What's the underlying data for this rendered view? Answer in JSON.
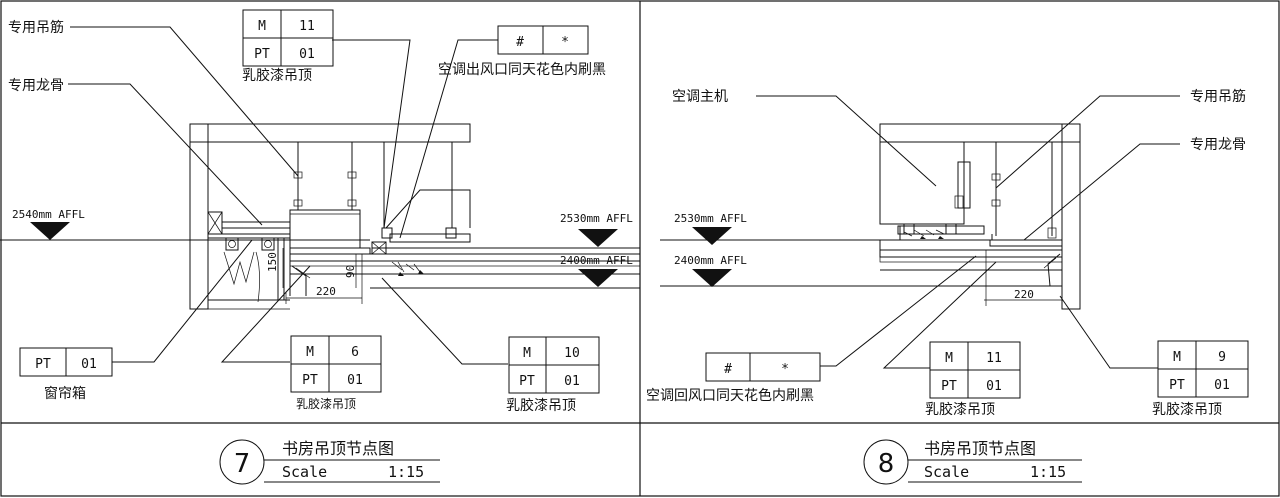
{
  "left_detail": {
    "callouts": {
      "hanger": "专用吊筋",
      "keel": "专用龙骨",
      "outlet_note": "空调出风口同天花色内刷黑",
      "curtain_box": "窗帘箱",
      "ceiling_top": "乳胶漆吊顶",
      "ceiling_mid": "乳胶漆吊顶",
      "ceiling_right": "乳胶漆吊顶"
    },
    "levels": {
      "left": "2540mm AFFL",
      "right_upper": "2530mm AFFL",
      "right_lower": "2400mm AFFL"
    },
    "dims": {
      "d220": "220",
      "d150": "150",
      "d90": "90"
    },
    "tags": {
      "top": {
        "r1c1": "M",
        "r1c2": "11",
        "r2c1": "PT",
        "r2c2": "01"
      },
      "outlet": {
        "c1": "#",
        "c2": "*"
      },
      "curtain": {
        "c1": "PT",
        "c2": "01"
      },
      "mid": {
        "r1c1": "M",
        "r1c2": "6",
        "r2c1": "PT",
        "r2c2": "01"
      },
      "right": {
        "r1c1": "M",
        "r1c2": "10",
        "r2c1": "PT",
        "r2c2": "01"
      }
    },
    "title": {
      "number": "7",
      "name": "书房吊顶节点图",
      "scale_label": "Scale",
      "scale_value": "1:15"
    }
  },
  "right_detail": {
    "callouts": {
      "ac_unit": "空调主机",
      "hanger": "专用吊筋",
      "keel": "专用龙骨",
      "return_note": "空调回风口同天花色内刷黑",
      "ceiling_mid": "乳胶漆吊顶",
      "ceiling_right": "乳胶漆吊顶"
    },
    "levels": {
      "upper": "2530mm AFFL",
      "lower": "2400mm AFFL"
    },
    "dims": {
      "d220": "220"
    },
    "tags": {
      "return": {
        "c1": "#",
        "c2": "*"
      },
      "mid": {
        "r1c1": "M",
        "r1c2": "11",
        "r2c1": "PT",
        "r2c2": "01"
      },
      "right": {
        "r1c1": "M",
        "r1c2": "9",
        "r2c1": "PT",
        "r2c2": "01"
      }
    },
    "title": {
      "number": "8",
      "name": "书房吊顶节点图",
      "scale_label": "Scale",
      "scale_value": "1:15"
    }
  }
}
